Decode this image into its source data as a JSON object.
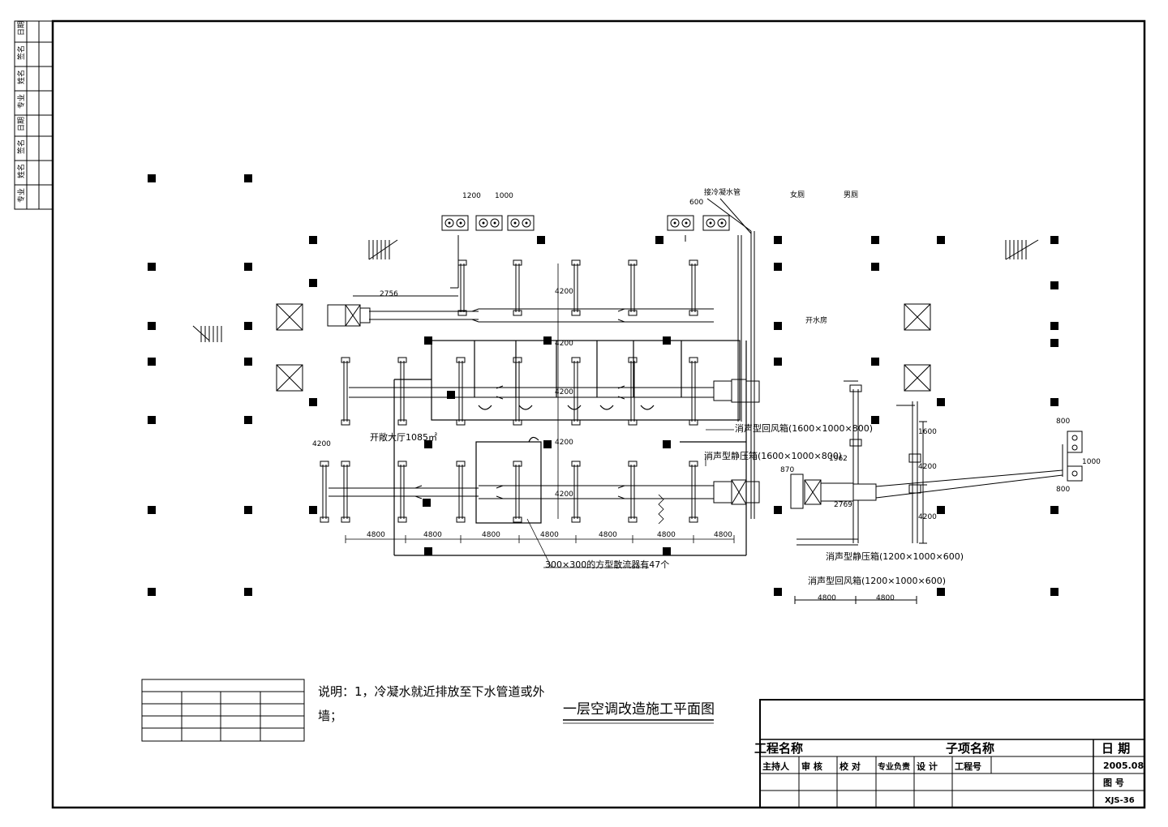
{
  "drawing": {
    "title": "一层空调改造施工平面图",
    "note_line1": "说明：1，冷凝水就近排放至下水管道或外",
    "note_line2": "墙；",
    "labels": {
      "women_toilet": "女厕",
      "men_toilet": "男厕",
      "water_room": "开水房",
      "drain_pipe": "接冷凝水管",
      "open_hall": "开敞大厅1085㎡",
      "diffuser_note": "300×300的方型散流器有47个",
      "return_box_1": "消声型回风箱(1600×1000×800)",
      "static_box_1": "消声型静压箱(1600×1000×800)",
      "static_box_2": "消声型静压箱(1200×1000×600)",
      "return_box_2": "消声型回风箱(1200×1000×600)"
    },
    "dimensions": {
      "d1200": "1200",
      "d1000": "1000",
      "d600": "600",
      "d4200": "4200",
      "d4800": "4800",
      "d1600": "1600",
      "d1962": "1962",
      "d2769": "2769",
      "d800": "800",
      "d870": "870",
      "d2756": "2756"
    }
  },
  "title_block": {
    "project_name_label": "工程名称",
    "subproject_label": "子项名称",
    "date_label": "日  期",
    "date_value": "2005.08",
    "director_label": "主持人",
    "review_label": "审  核",
    "check_label": "校  对",
    "specialty_label": "专业负责",
    "design_label": "设  计",
    "project_no_label": "工程号",
    "drawing_no_label": "图  号",
    "drawing_no_value": "XJS-36"
  },
  "side_strip": {
    "cells": [
      "日期",
      "签名",
      "姓名",
      "专业",
      "日期",
      "签名",
      "姓名",
      "专业"
    ]
  }
}
